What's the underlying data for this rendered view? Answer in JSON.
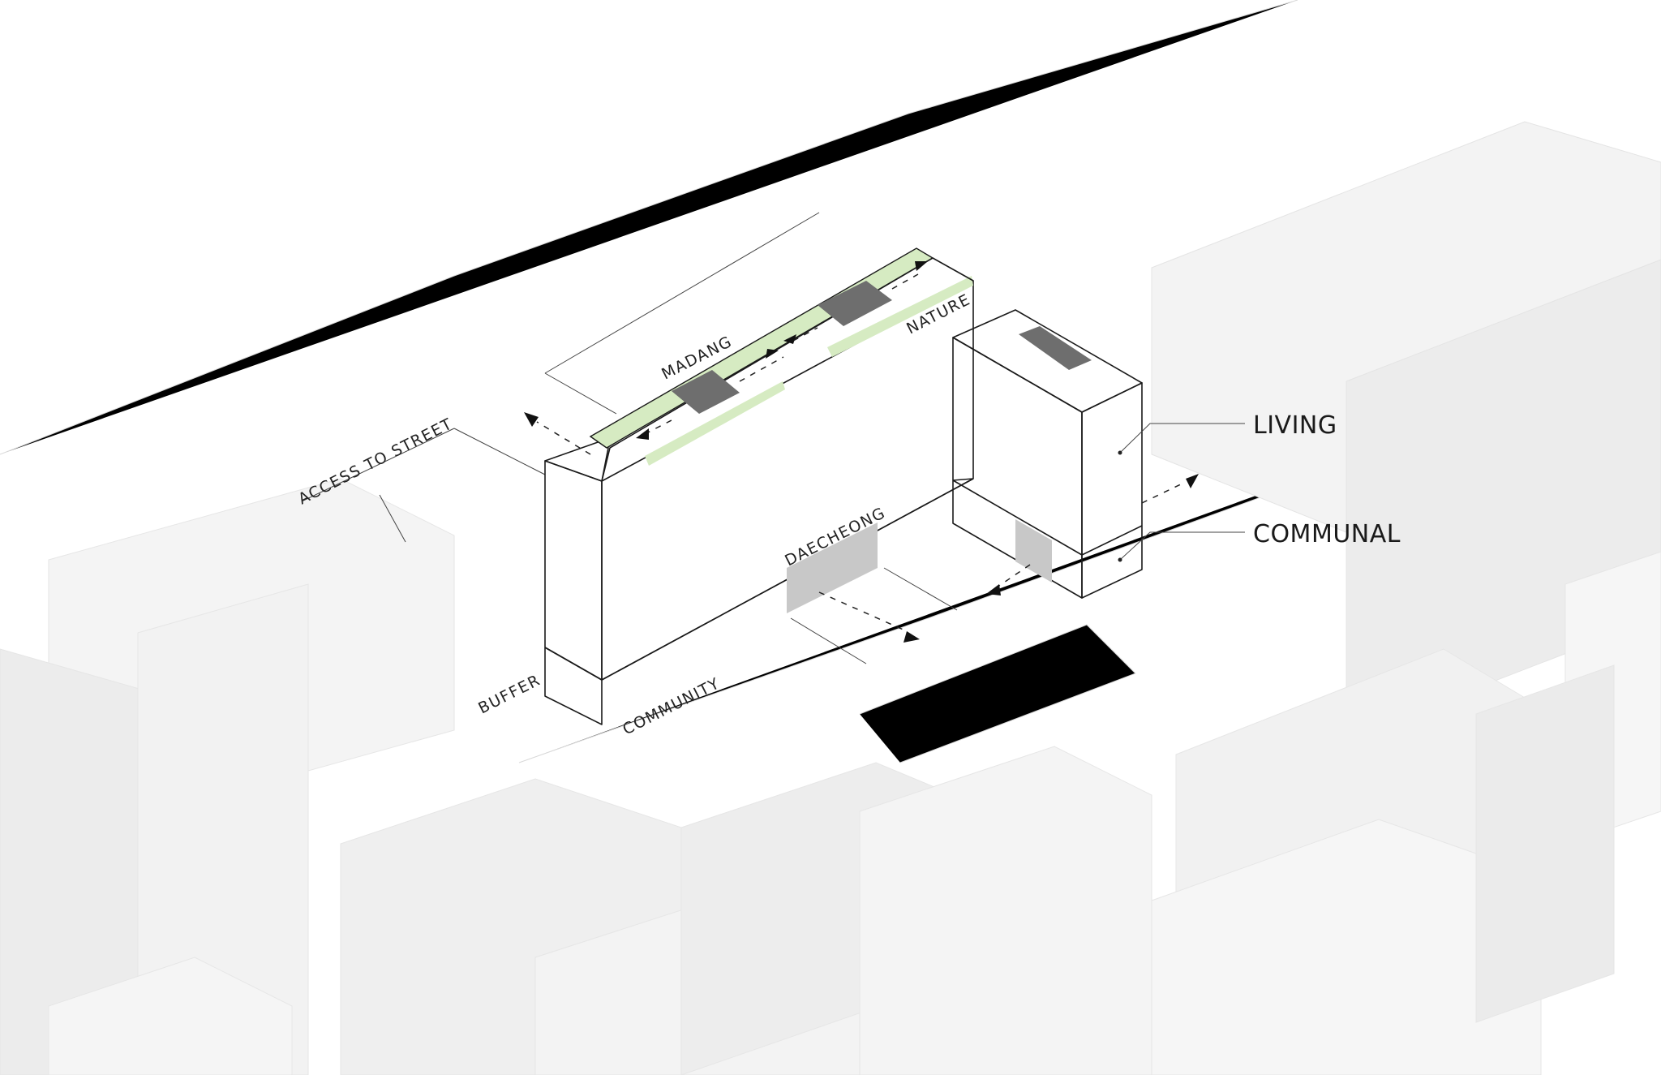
{
  "labels": {
    "access_to_street": "ACCESS   TO STREET",
    "madang": "MADANG",
    "nature": "NATURE",
    "daecheong": "DAECHEONG",
    "buffer": "BUFFER",
    "community": "COMMUNITY"
  },
  "legend": {
    "living": "LIVING",
    "communal": "COMMUNAL"
  },
  "colors": {
    "green": "#d6ebc2",
    "void_grey": "#c8c8c8",
    "skylight": "#6e6e6e",
    "context": "#f1f1f1"
  }
}
